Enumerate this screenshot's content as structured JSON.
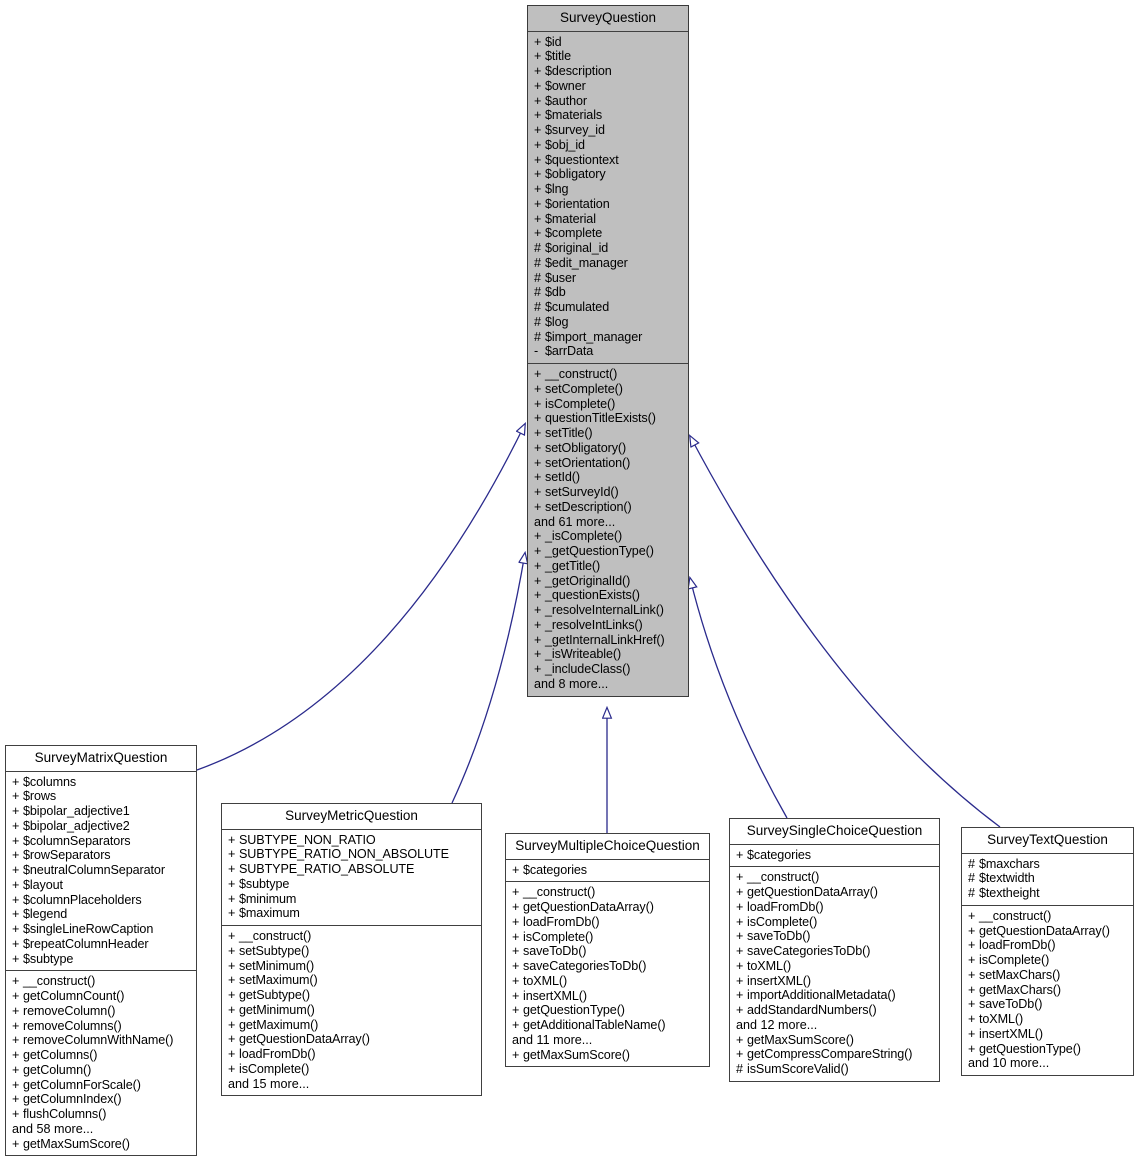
{
  "diagram": {
    "type": "uml-class-diagram",
    "title": "SurveyQuestion inheritance diagram",
    "edge_kind": "generalization",
    "edge_color": "#2a2a8c",
    "root_fill": "#bfbfbf",
    "border_color": "#404040"
  },
  "classes": {
    "survey_question": {
      "name": "SurveyQuestion",
      "attributes": [
        "+ $id",
        "+ $title",
        "+ $description",
        "+ $owner",
        "+ $author",
        "+ $materials",
        "+ $survey_id",
        "+ $obj_id",
        "+ $questiontext",
        "+ $obligatory",
        "+ $lng",
        "+ $orientation",
        "+ $material",
        "+ $complete",
        "# $original_id",
        "# $edit_manager",
        "# $user",
        "# $db",
        "# $cumulated",
        "# $log",
        "# $import_manager",
        "- $arrData"
      ],
      "methods": [
        "+ __construct()",
        "+ setComplete()",
        "+ isComplete()",
        "+ questionTitleExists()",
        "+ setTitle()",
        "+ setObligatory()",
        "+ setOrientation()",
        "+ setId()",
        "+ setSurveyId()",
        "+ setDescription()",
        "and 61 more...",
        "+ _isComplete()",
        "+ _getQuestionType()",
        "+ _getTitle()",
        "+ _getOriginalId()",
        "+ _questionExists()",
        "+ _resolveInternalLink()",
        "+ _resolveIntLinks()",
        "+ _getInternalLinkHref()",
        "+ _isWriteable()",
        "+ _includeClass()",
        "and 8 more..."
      ]
    },
    "survey_matrix_question": {
      "name": "SurveyMatrixQuestion",
      "attributes": [
        "+ $columns",
        "+ $rows",
        "+ $bipolar_adjective1",
        "+ $bipolar_adjective2",
        "+ $columnSeparators",
        "+ $rowSeparators",
        "+ $neutralColumnSeparator",
        "+ $layout",
        "+ $columnPlaceholders",
        "+ $legend",
        "+ $singleLineRowCaption",
        "+ $repeatColumnHeader",
        "+ $subtype"
      ],
      "methods": [
        "+ __construct()",
        "+ getColumnCount()",
        "+ removeColumn()",
        "+ removeColumns()",
        "+ removeColumnWithName()",
        "+ getColumns()",
        "+ getColumn()",
        "+ getColumnForScale()",
        "+ getColumnIndex()",
        "+ flushColumns()",
        "and 58 more...",
        "+ getMaxSumScore()"
      ]
    },
    "survey_metric_question": {
      "name": "SurveyMetricQuestion",
      "attributes": [
        "+ SUBTYPE_NON_RATIO",
        "+ SUBTYPE_RATIO_NON_ABSOLUTE",
        "+ SUBTYPE_RATIO_ABSOLUTE",
        "+ $subtype",
        "+ $minimum",
        "+ $maximum"
      ],
      "methods": [
        "+ __construct()",
        "+ setSubtype()",
        "+ setMinimum()",
        "+ setMaximum()",
        "+ getSubtype()",
        "+ getMinimum()",
        "+ getMaximum()",
        "+ getQuestionDataArray()",
        "+ loadFromDb()",
        "+ isComplete()",
        "and 15 more..."
      ]
    },
    "survey_multiple_choice_question": {
      "name": "SurveyMultipleChoiceQuestion",
      "attributes": [
        "+ $categories"
      ],
      "methods": [
        "+ __construct()",
        "+ getQuestionDataArray()",
        "+ loadFromDb()",
        "+ isComplete()",
        "+ saveToDb()",
        "+ saveCategoriesToDb()",
        "+ toXML()",
        "+ insertXML()",
        "+ getQuestionType()",
        "+ getAdditionalTableName()",
        "and 11 more...",
        "+ getMaxSumScore()"
      ]
    },
    "survey_single_choice_question": {
      "name": "SurveySingleChoiceQuestion",
      "attributes": [
        "+ $categories"
      ],
      "methods": [
        "+ __construct()",
        "+ getQuestionDataArray()",
        "+ loadFromDb()",
        "+ isComplete()",
        "+ saveToDb()",
        "+ saveCategoriesToDb()",
        "+ toXML()",
        "+ insertXML()",
        "+ importAdditionalMetadata()",
        "+ addStandardNumbers()",
        "and 12 more...",
        "+ getMaxSumScore()",
        "+ getCompressCompareString()",
        "# isSumScoreValid()"
      ]
    },
    "survey_text_question": {
      "name": "SurveyTextQuestion",
      "attributes": [
        "# $maxchars",
        "# $textwidth",
        "# $textheight"
      ],
      "methods": [
        "+ __construct()",
        "+ getQuestionDataArray()",
        "+ loadFromDb()",
        "+ isComplete()",
        "+ setMaxChars()",
        "+ getMaxChars()",
        "+ saveToDb()",
        "+ toXML()",
        "+ insertXML()",
        "+ getQuestionType()",
        "and 10 more..."
      ]
    }
  }
}
